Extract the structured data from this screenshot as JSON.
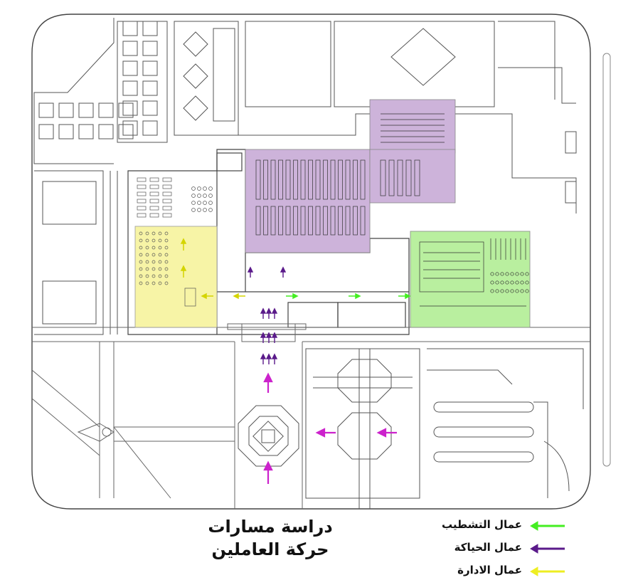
{
  "title": {
    "line1": "دراسة مسارات",
    "line2": "حركة العاملين"
  },
  "legend": [
    {
      "label": "عمال التشطيب",
      "color": "#44ee22"
    },
    {
      "label": "عمال الحياكة",
      "color": "#5a1a8a"
    },
    {
      "label": "عمال الادارة",
      "color": "#eeee22"
    }
  ],
  "zones": {
    "finishing_color": "#b9ef9f",
    "weaving_color": "#cdb3da",
    "admin_color": "#f7f4a6",
    "visitor_arrow_color": "#cc22cc"
  }
}
